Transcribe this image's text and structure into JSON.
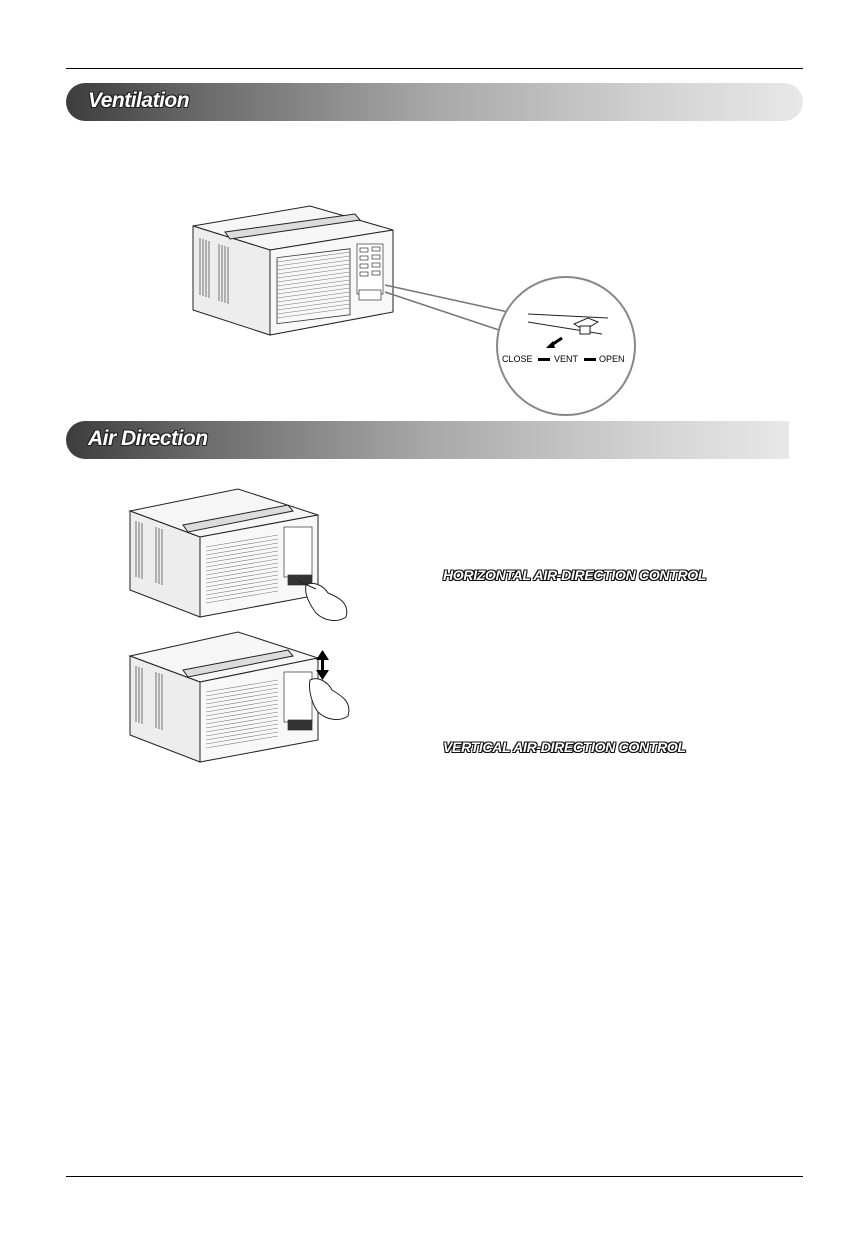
{
  "sections": {
    "ventilation": {
      "title": "Ventilation"
    },
    "air_direction": {
      "title": "Air Direction"
    }
  },
  "vent_detail": {
    "close_label": "CLOSE",
    "vent_label": "VENT",
    "open_label": "OPEN"
  },
  "air_direction": {
    "horizontal_caption": "HORIZONTAL AIR-DIRECTION CONTROL",
    "vertical_caption": "VERTICAL AIR-DIRECTION CONTROL"
  }
}
